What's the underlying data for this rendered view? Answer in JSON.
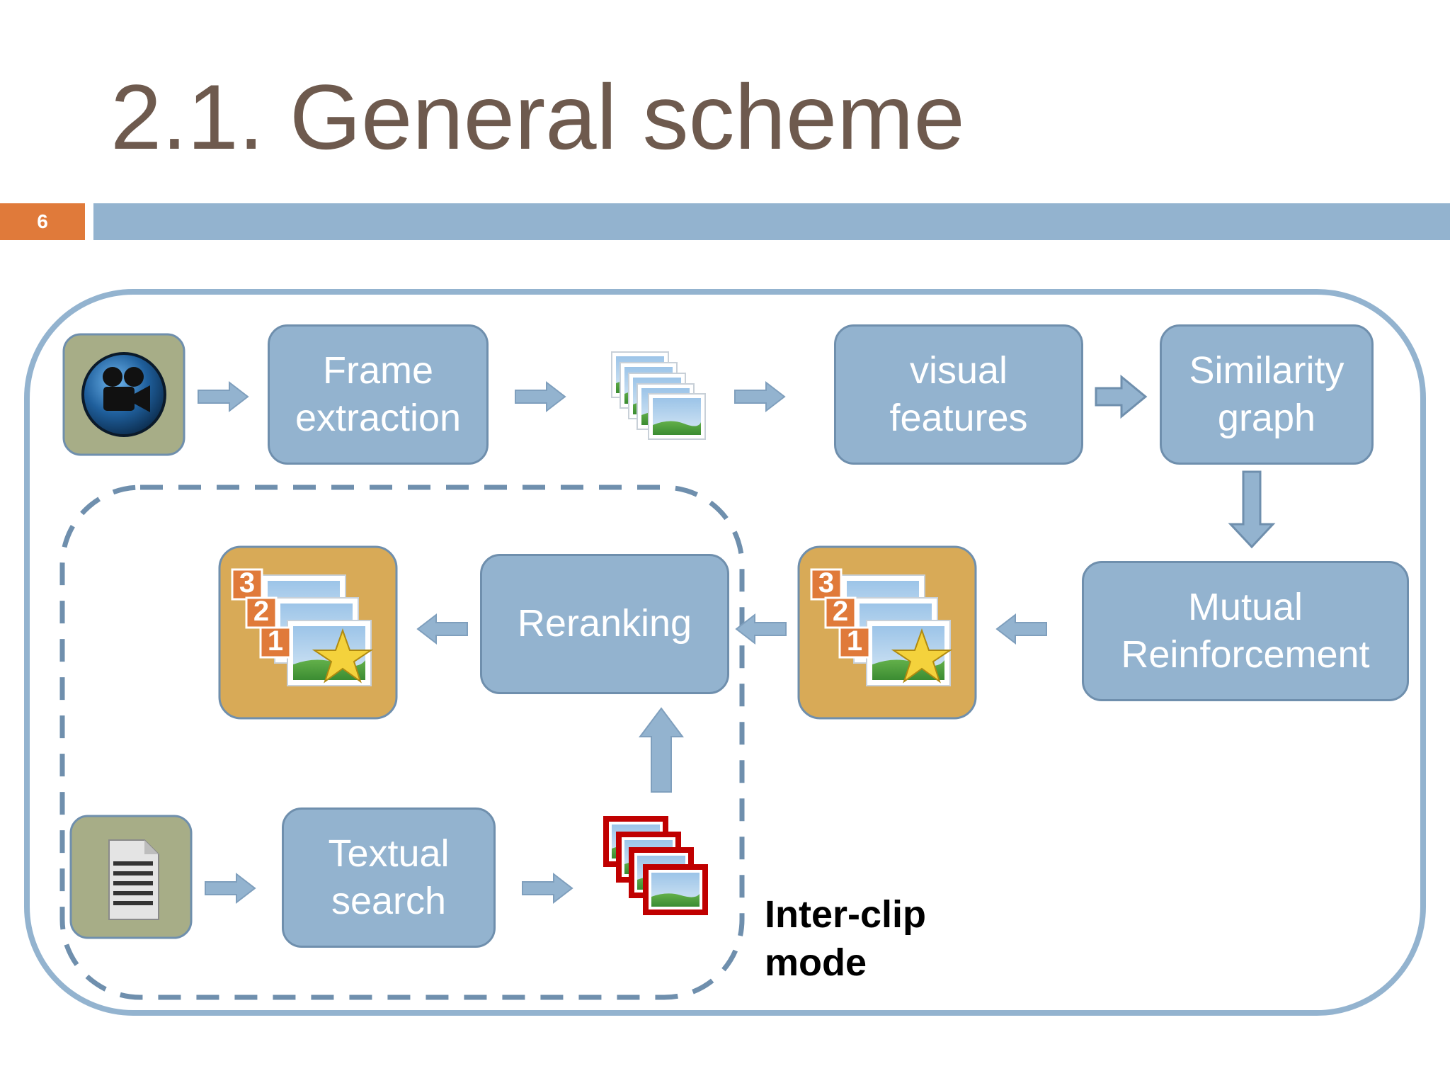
{
  "slide": {
    "title": "2.1. General scheme",
    "slide_number": "6"
  },
  "diagram": {
    "frame_extraction": {
      "line1": "Frame",
      "line2": "extraction"
    },
    "visual_features": {
      "line1": "visual",
      "line2": "features"
    },
    "similarity_graph": {
      "line1": "Similarity",
      "line2": "graph"
    },
    "mutual_reinforcement": {
      "line1": "Mutual",
      "line2": "Reinforcement"
    },
    "reranking": {
      "label": "Reranking"
    },
    "textual_search": {
      "line1": "Textual",
      "line2": "search"
    },
    "ranked_list_badges": [
      "3",
      "2",
      "1"
    ],
    "inter_clip_mode": {
      "line1": "Inter-clip",
      "line2": "mode"
    }
  },
  "colors": {
    "box_fill": "#93b3cf",
    "box_border": "#6f8fad",
    "arrow": "#93b3cf",
    "title": "#6e5a4e",
    "slide_number_badge": "#e07a3a",
    "ranked_tile": "#d8aa57",
    "search_result_border": "#c00000"
  },
  "icons": {
    "video": "video-camera-icon",
    "document": "document-icon",
    "frames": "image-stack-icon",
    "ranked": "ranked-image-stack-icon",
    "search_results": "red-image-stack-icon"
  }
}
